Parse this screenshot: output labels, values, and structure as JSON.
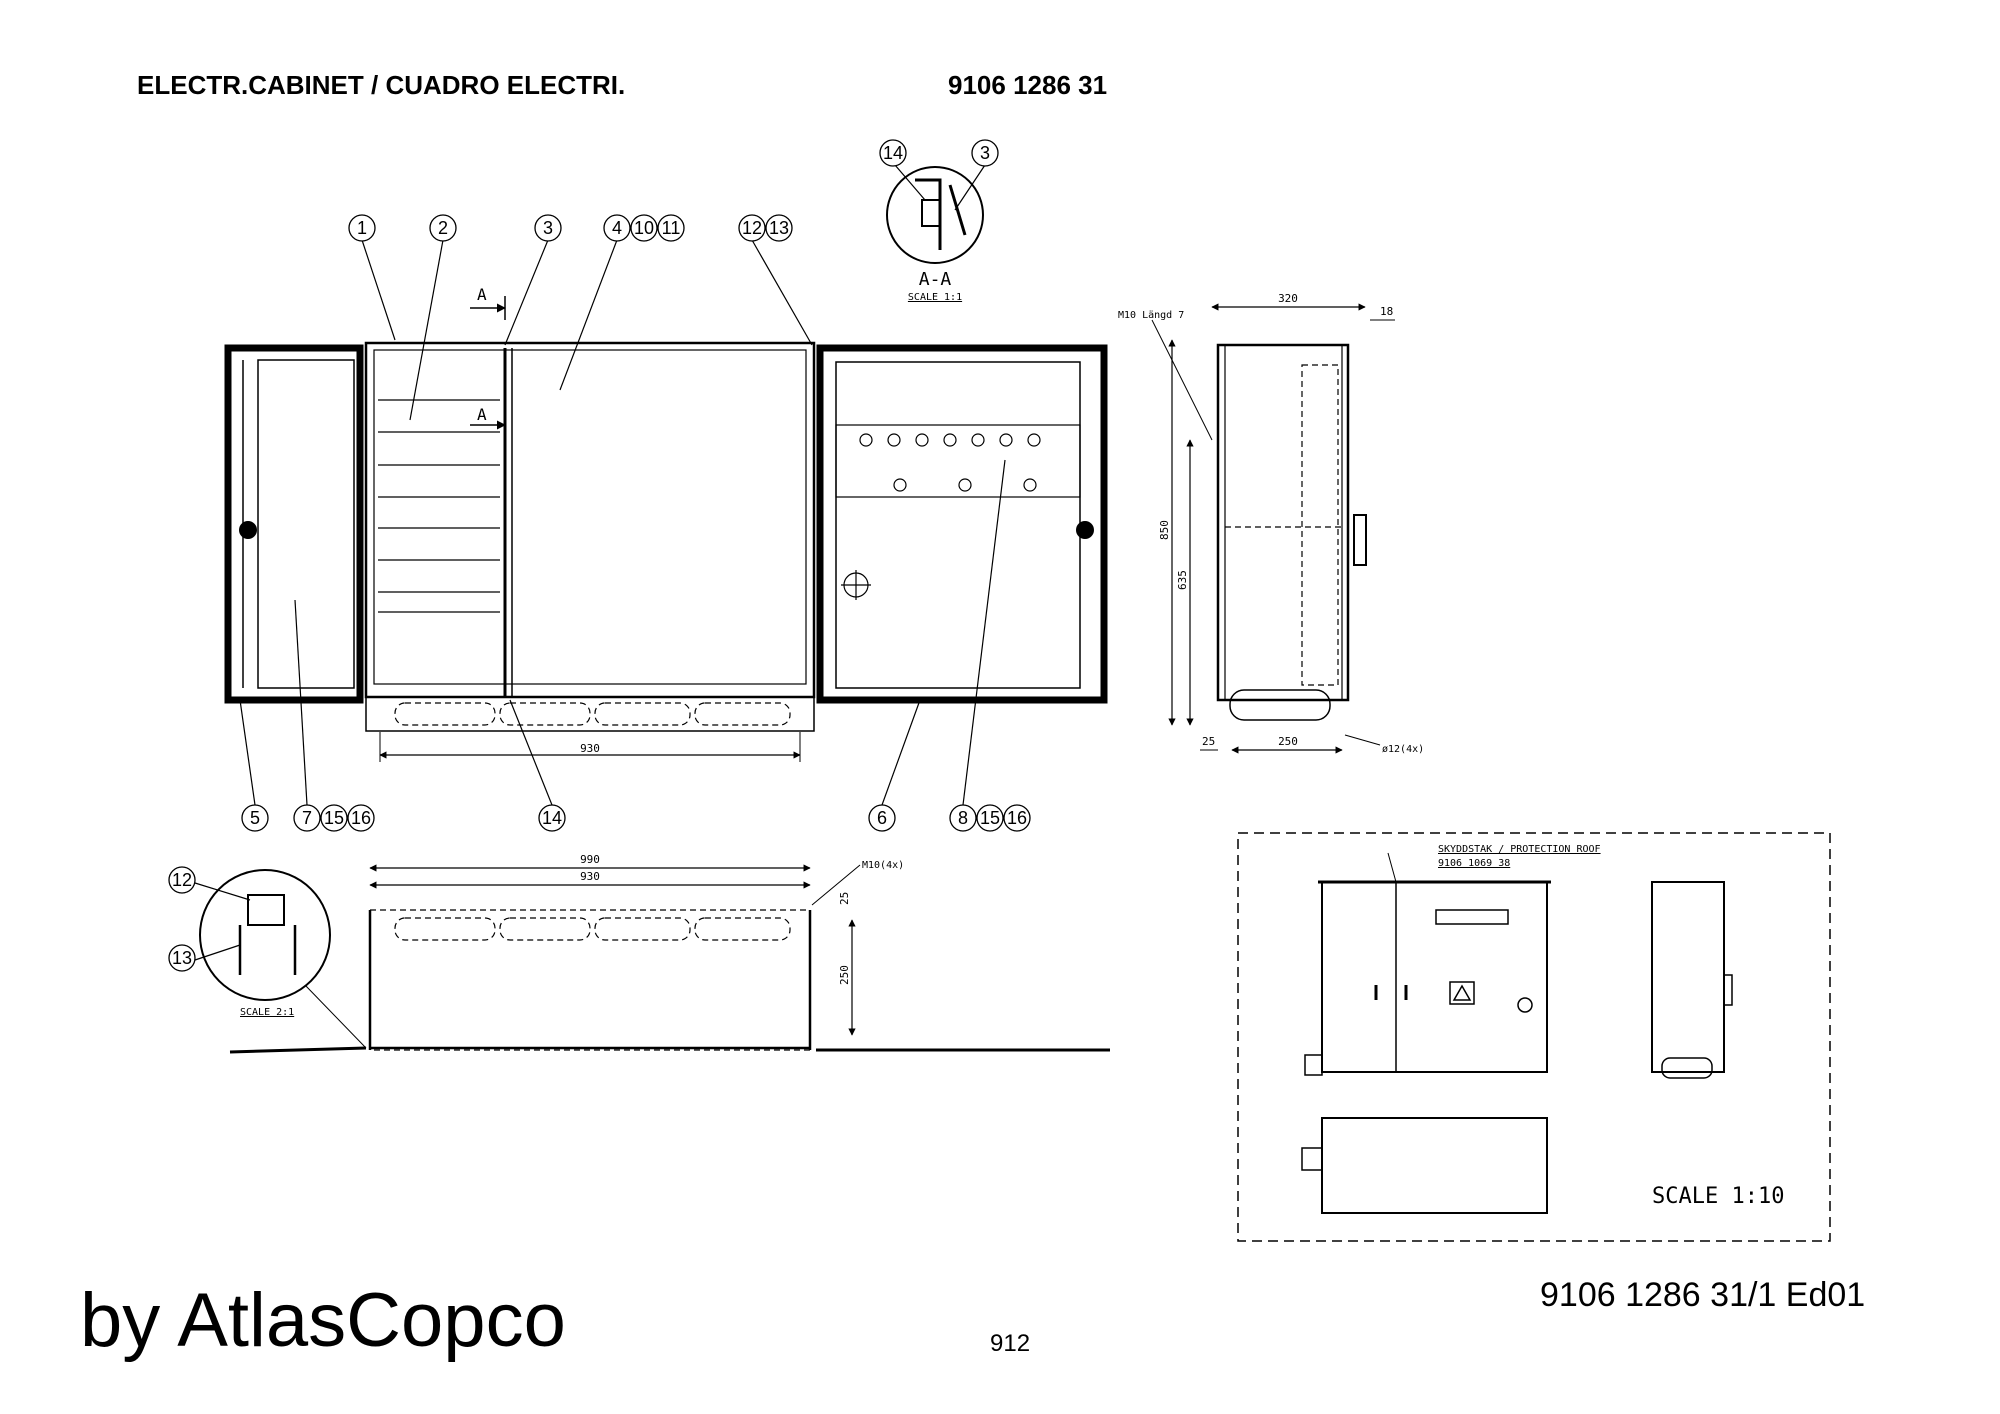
{
  "header": {
    "title": "ELECTR.CABINET / CUADRO ELECTRI.",
    "document_number": "9106 1286 31"
  },
  "footer": {
    "brand": "by AtlasCopco",
    "page_number": "912",
    "drawing_reference": "9106 1286 31/1  Ed01"
  },
  "callouts": [
    "1",
    "2",
    "3",
    "4",
    "10",
    "11",
    "12",
    "13",
    "14",
    "3",
    "5",
    "7",
    "15",
    "16",
    "14",
    "6",
    "8",
    "15",
    "16",
    "12",
    "13"
  ],
  "section": {
    "arrow_label": "A",
    "title": "A-A",
    "scale": "SCALE 1:1"
  },
  "detail_scale": "SCALE 2:1",
  "dimensions": {
    "front_width": "930",
    "top_outer": "990",
    "top_inner": "930",
    "top_depth": "250",
    "top_small": "25",
    "top_bolt": "M10(4x)",
    "side_width": "320",
    "side_offset": "18",
    "side_height": "850",
    "side_inner_height": "635",
    "side_base": "250",
    "side_base_offset": "25",
    "side_bolt": "M10 Längd 7",
    "side_hole": "ø12(4x)"
  },
  "inset": {
    "roof_label": "SKYDDSTAK / PROTECTION ROOF",
    "roof_number": "9106 1069 38",
    "scale": "SCALE 1:10"
  },
  "colors": {
    "line": "#000000",
    "background": "#ffffff"
  }
}
